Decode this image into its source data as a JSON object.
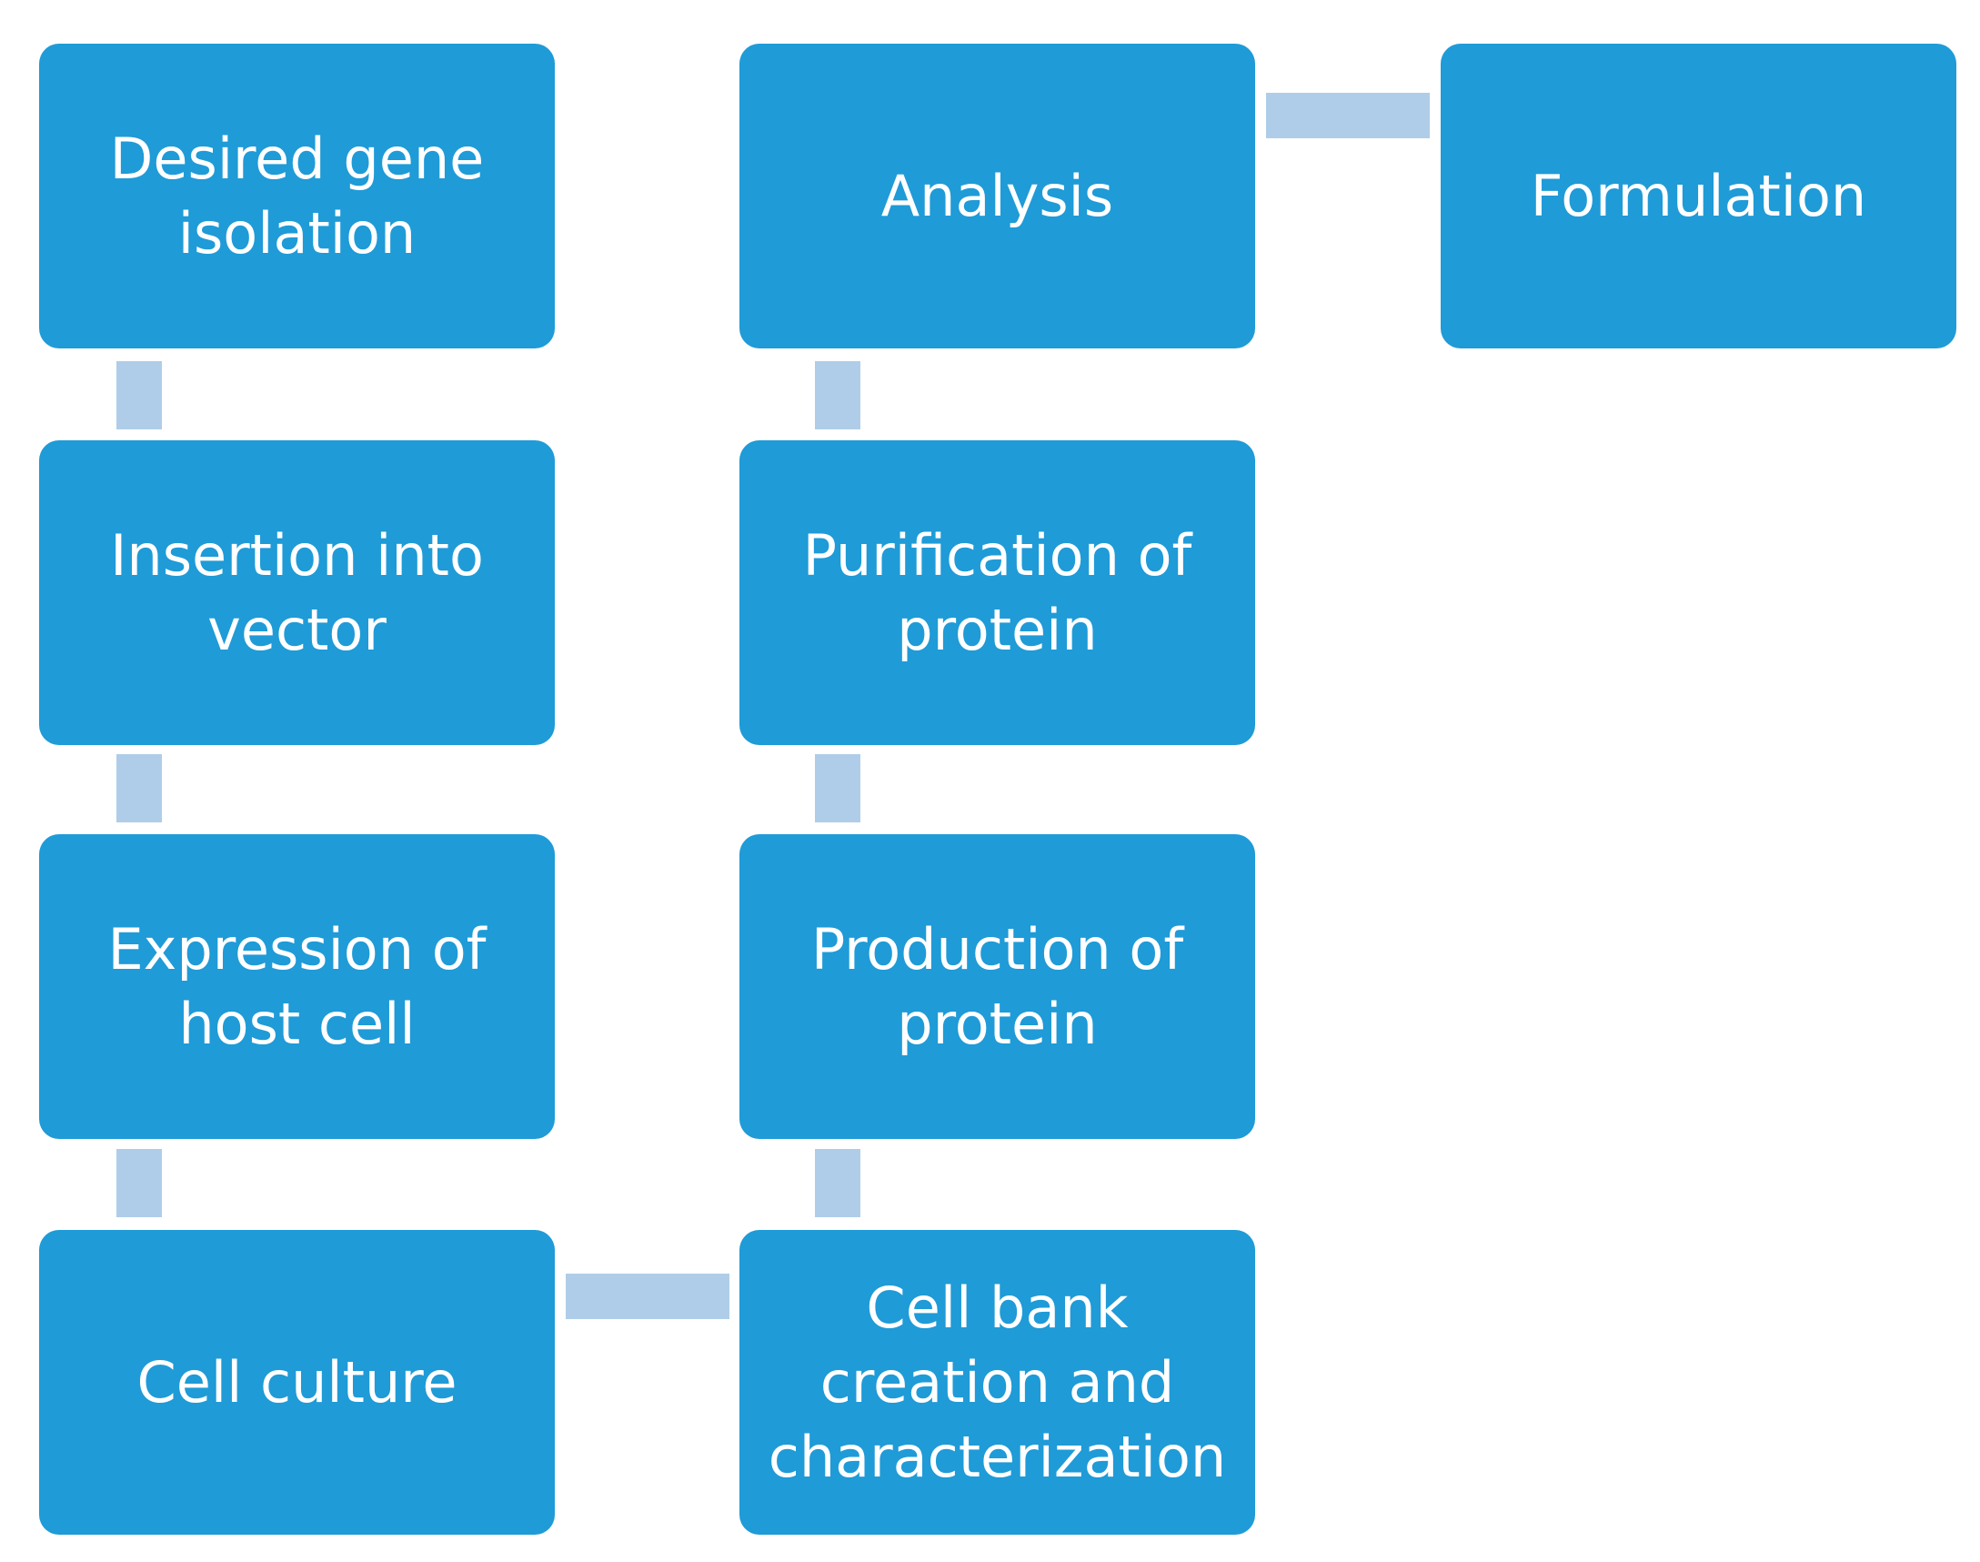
{
  "diagram": {
    "steps": [
      {
        "label": "Desired gene\nisolation"
      },
      {
        "label": "Insertion into\nvector"
      },
      {
        "label": "Expression of\nhost cell"
      },
      {
        "label": "Cell culture"
      },
      {
        "label": "Cell bank\ncreation and\ncharacterization"
      },
      {
        "label": "Production of\nprotein"
      },
      {
        "label": "Purification of\nprotein"
      },
      {
        "label": "Analysis"
      },
      {
        "label": "Formulation"
      }
    ],
    "colors": {
      "node_fill": "#1f9bd7",
      "node_text": "#ffffff",
      "connector": "#afcde8",
      "background": "#ffffff"
    }
  }
}
